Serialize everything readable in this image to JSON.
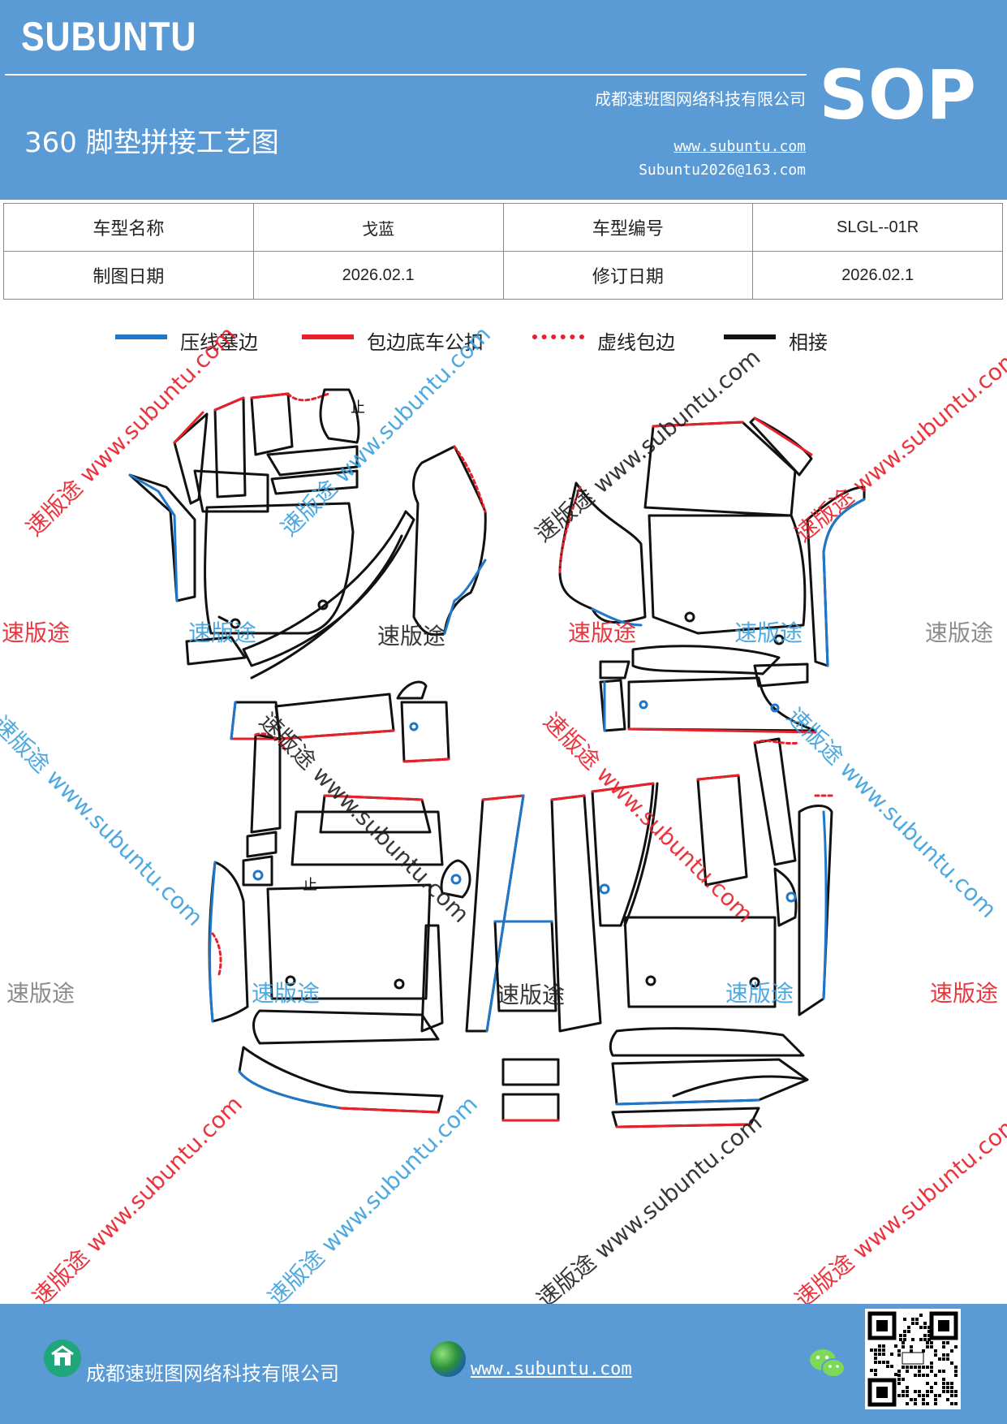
{
  "header": {
    "brand": "SUBUNTU",
    "company": "成都速班图网络科技有限公司",
    "title": "360 脚垫拼接工艺图",
    "url": "www.subuntu.com",
    "email": "Subuntu2026@163.com",
    "doc_type": "SOP",
    "background_color": "#5b9bd5"
  },
  "info_table": {
    "rows": [
      [
        "车型名称",
        "戈蓝",
        "车型编号",
        "SLGL--01R"
      ],
      [
        "制图日期",
        "2026.02.1",
        "修订日期",
        "2026.02.1"
      ]
    ]
  },
  "legend": [
    {
      "label": "压线塞边",
      "color": "#1f77c9",
      "style": "solid"
    },
    {
      "label": "包边底车公扣",
      "color": "#e8202a",
      "style": "solid"
    },
    {
      "label": "虚线包边",
      "color": "#e8202a",
      "style": "dotted"
    },
    {
      "label": "相接",
      "color": "#111111",
      "style": "solid"
    }
  ],
  "watermarks": {
    "brand_text": "速版途",
    "site_text": "www.subuntu.com",
    "combined_text": "速版途 www.subuntu.com",
    "colors": {
      "red": "#e8202a",
      "blue": "#3aa0dc",
      "gray": "#7f7f7f",
      "black": "#222222"
    }
  },
  "diagram": {
    "stop_mark": "止"
  },
  "footer": {
    "company": "成都速班图网络科技有限公司",
    "url": "www.subuntu.com",
    "icons": [
      "home-icon",
      "globe-icon",
      "wechat-icon",
      "qr-code"
    ]
  }
}
